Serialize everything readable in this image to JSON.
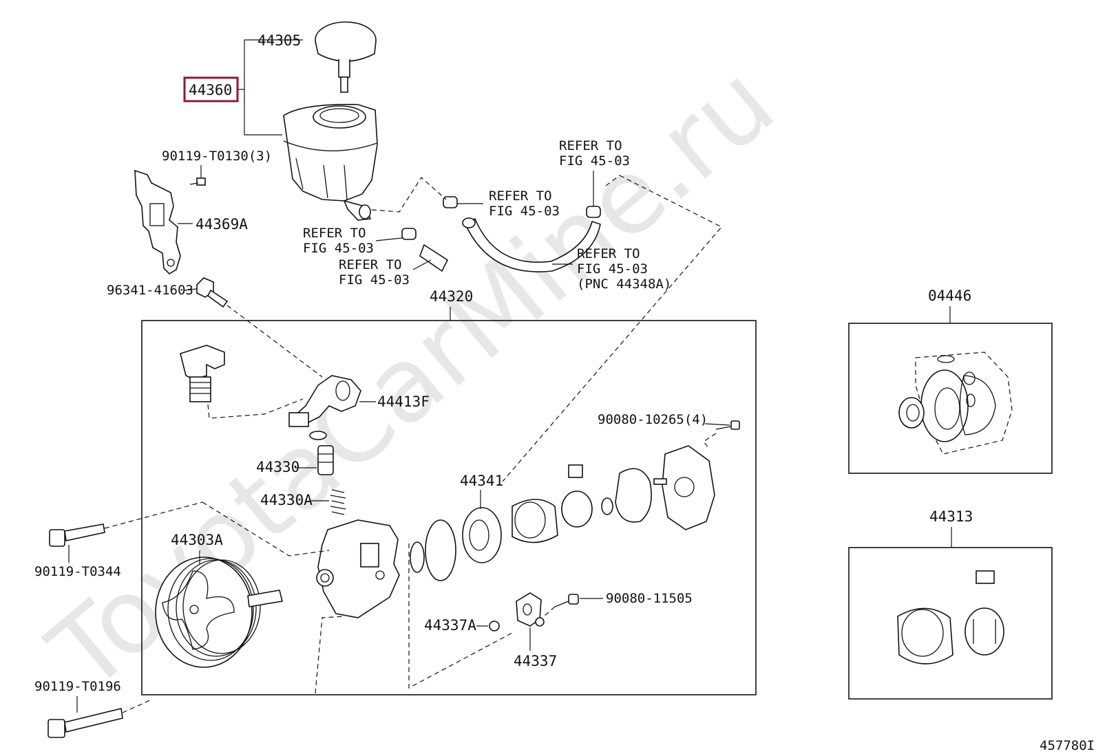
{
  "watermark": "ToyotaCarMine.ru",
  "figure_id": "457780I",
  "highlighted_part": "44360",
  "labels": {
    "p44305": "44305",
    "p44360": "44360",
    "p90119_T0130": "90119-T0130(3)",
    "p44369A": "44369A",
    "p96341_41603": "96341-41603",
    "p44320": "44320",
    "p44413F": "44413F",
    "p44330": "44330",
    "p44330A": "44330A",
    "p44303A": "44303A",
    "p44341": "44341",
    "p90080_10265": "90080-10265(4)",
    "p90080_11505": "90080-11505",
    "p44337A": "44337A",
    "p44337": "44337",
    "p90119_T0344": "90119-T0344",
    "p90119_T0196": "90119-T0196",
    "p04446": "04446",
    "p44313": "44313"
  },
  "refer_labels": {
    "r1": {
      "line1": "REFER TO",
      "line2": "FIG 45-03",
      "line3": ""
    },
    "r2": {
      "line1": "REFER TO",
      "line2": "FIG 45-03",
      "line3": ""
    },
    "r3": {
      "line1": "REFER TO",
      "line2": "FIG 45-03",
      "line3": ""
    },
    "r4": {
      "line1": "REFER TO",
      "line2": "FIG 45-03",
      "line3": ""
    },
    "r5": {
      "line1": "REFER TO",
      "line2": "FIG 45-03",
      "line3": "(PNC 44348A)"
    }
  }
}
